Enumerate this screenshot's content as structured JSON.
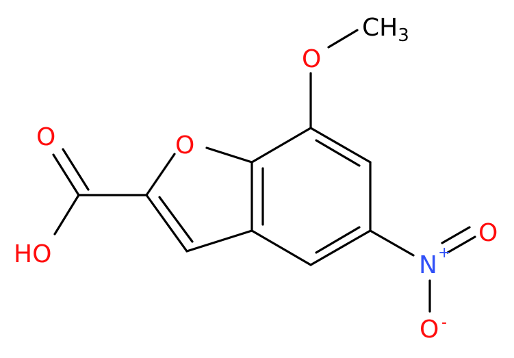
{
  "molecule": {
    "atoms": {
      "methyl": {
        "label": "CH",
        "subscript": "3",
        "color": "#000000"
      },
      "ether_oxygen": {
        "label": "O",
        "color": "#ff0d0d"
      },
      "ring_oxygen": {
        "label": "O",
        "color": "#ff0d0d"
      },
      "carbonyl_oxygen": {
        "label": "O",
        "color": "#ff0d0d"
      },
      "hydroxyl": {
        "label": "HO",
        "color": "#ff0d0d"
      },
      "nitro_nitrogen": {
        "label": "N",
        "charge": "+",
        "color": "#3050f8"
      },
      "nitro_oxygen_double": {
        "label": "O",
        "color": "#ff0d0d"
      },
      "nitro_oxygen_single": {
        "label": "O",
        "charge": "-",
        "color": "#ff0d0d"
      }
    },
    "bond_color": "#000000"
  }
}
